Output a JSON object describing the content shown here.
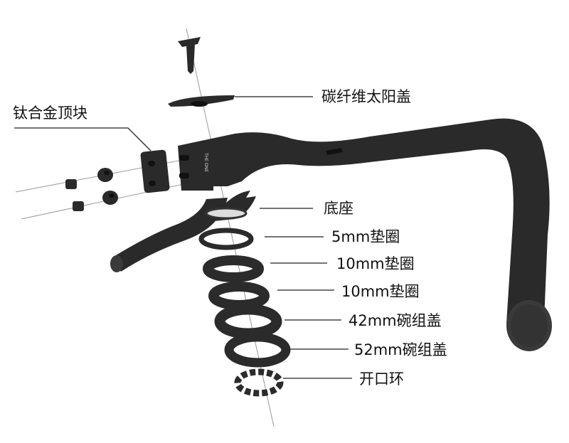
{
  "labels": {
    "carbon_top_cap": "碳纤维太阳盖",
    "titanium_clamp_block": "钛合金顶块",
    "base": "底座",
    "spacer_5mm": "5mm垫圈",
    "spacer_10mm_a": "10mm垫圈",
    "spacer_10mm_b": "10mm垫圈",
    "headset_cap_42mm": "42mm碗组盖",
    "headset_cap_52mm": "52mm碗组盖",
    "split_ring": "开口环"
  },
  "stem_marking": "THE ONE"
}
